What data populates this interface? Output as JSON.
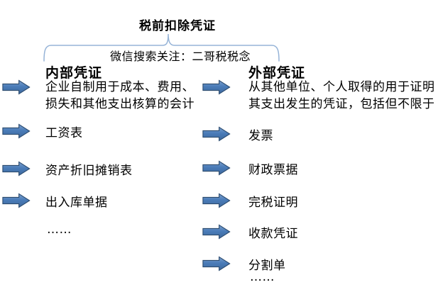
{
  "title": "税前扣除凭证",
  "wechat_note": "微信搜索关注：二哥税税念",
  "left_column": {
    "header": "内部凭证",
    "description": [
      "企业自制用于成本、费用、",
      "损失和其他支出核算的会计"
    ],
    "items": [
      "工资表",
      "资产折旧摊销表",
      "出入库单据"
    ],
    "ellipsis": "……"
  },
  "right_column": {
    "header": "外部凭证",
    "description": [
      "从其他单位、个人取得的用于证明",
      "其支出发生的凭证，包括但不限于"
    ],
    "items": [
      "发票",
      "财政票据",
      "完税证明",
      "收款凭证",
      "分割单"
    ],
    "ellipsis": "……"
  },
  "colors": {
    "arrow_fill": "#4a7cb8",
    "arrow_fill_light": "#7da0cd",
    "arrow_fill_dark": "#3f689c",
    "arrow_border": "#2a4a6e",
    "brace": "#95b3d7",
    "text": "#000000",
    "background": "#ffffff"
  }
}
